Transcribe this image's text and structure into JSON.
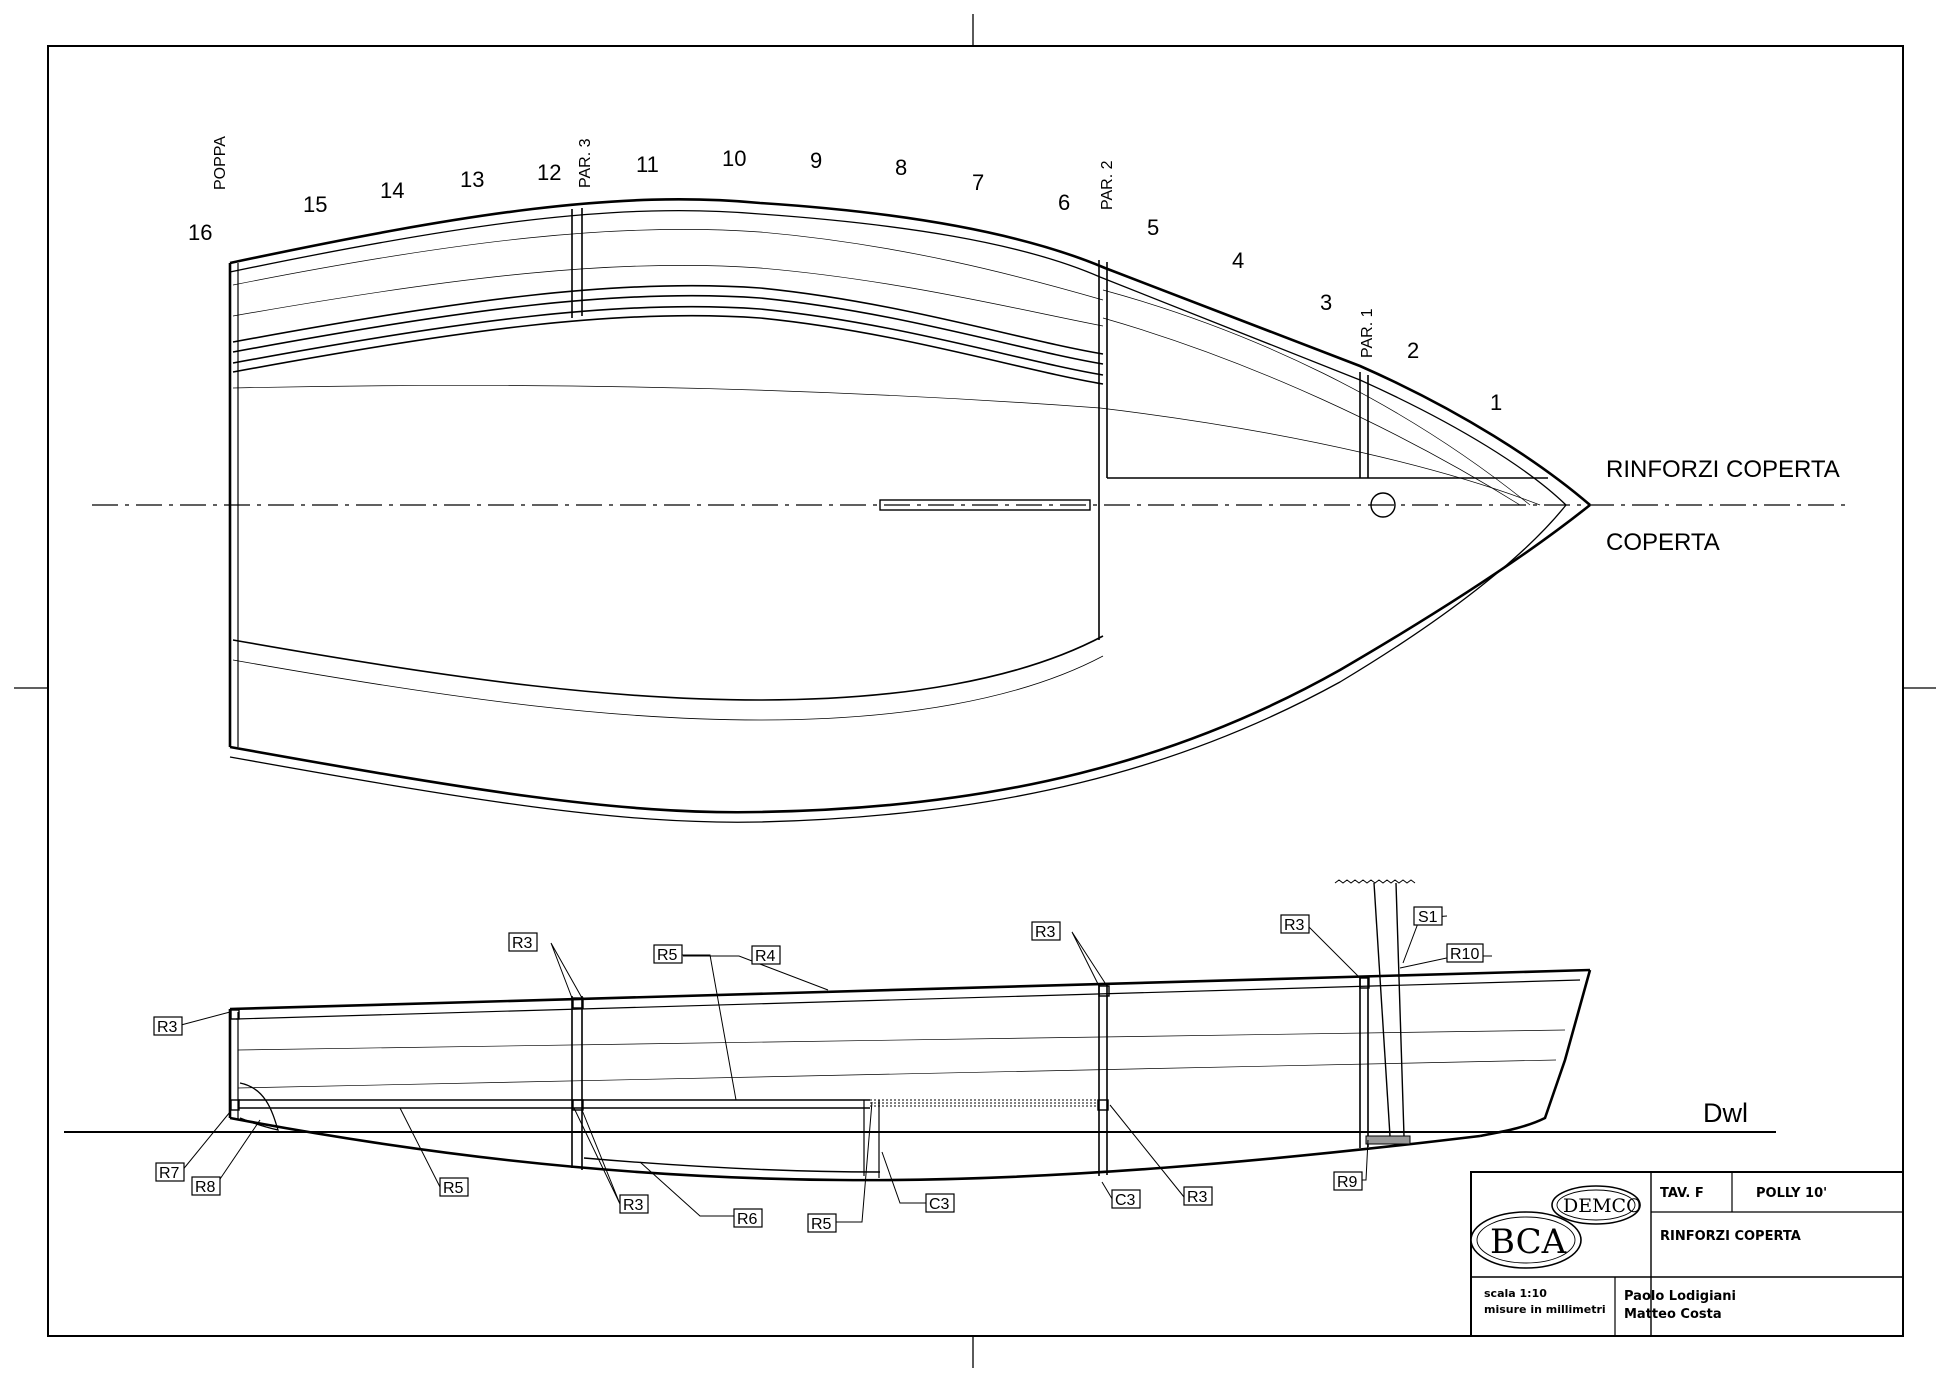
{
  "plan_view": {
    "section_numbers": [
      "16",
      "15",
      "14",
      "13",
      "12",
      "11",
      "10",
      "9",
      "8",
      "7",
      "6",
      "5",
      "4",
      "3",
      "2",
      "1"
    ],
    "stern_label": "POPPA",
    "bulkheads": [
      "PAR. 3",
      "PAR. 2",
      "PAR. 1"
    ],
    "deck_reinforcements_label": "RINFORZI COPERTA",
    "deck_label": "COPERTA"
  },
  "profile_view": {
    "waterline_label": "Dwl",
    "callouts": {
      "r3": "R3",
      "r4": "R4",
      "r5": "R5",
      "r6": "R6",
      "r7": "R7",
      "r8": "R8",
      "r9": "R9",
      "r10": "R10",
      "s1": "S1",
      "c3": "C3"
    }
  },
  "title_block": {
    "logo_top": "DEMCO",
    "logo_bottom": "BCA",
    "sheet": "TAV. F",
    "model": "POLLY 10'",
    "title": "RINFORZI COPERTA",
    "scale": "scala 1:10",
    "units": "misure in millimetri",
    "author_1": "Paolo Lodigiani",
    "author_2": "Matteo Costa"
  }
}
